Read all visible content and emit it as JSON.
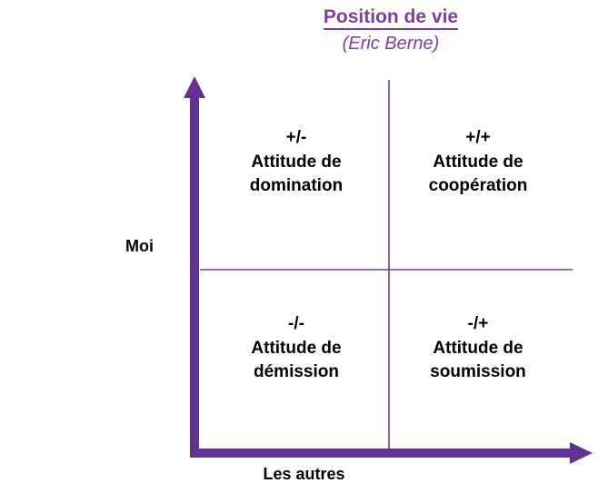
{
  "header": {
    "title": "Position de vie",
    "subtitle": "(Eric Berne)"
  },
  "axes": {
    "y_label": "Moi",
    "x_label": "Les autres",
    "axis_color": "#63318F",
    "divider_color": "#6B3E8C"
  },
  "theme": {
    "title_color": "#7B3FA0",
    "text_color": "#000000",
    "background": "#FFFFFF"
  },
  "chart_data": {
    "type": "scatter",
    "title": "Position de vie",
    "subtitle": "(Eric Berne)",
    "xlabel": "Les autres",
    "ylabel": "Moi",
    "grid": false,
    "legend": "none",
    "quadrants": [
      {
        "position": "top-left",
        "sign": "+/-",
        "line1": "Attitude de",
        "line2": "domination",
        "self": "+",
        "others": "-"
      },
      {
        "position": "top-right",
        "sign": "+/+",
        "line1": "Attitude de",
        "line2": "coopération",
        "self": "+",
        "others": "+"
      },
      {
        "position": "bottom-left",
        "sign": "-/-",
        "line1": "Attitude de",
        "line2": "démission",
        "self": "-",
        "others": "-"
      },
      {
        "position": "bottom-right",
        "sign": "-/+",
        "line1": "Attitude de",
        "line2": "soumission",
        "self": "-",
        "others": "+"
      }
    ]
  }
}
